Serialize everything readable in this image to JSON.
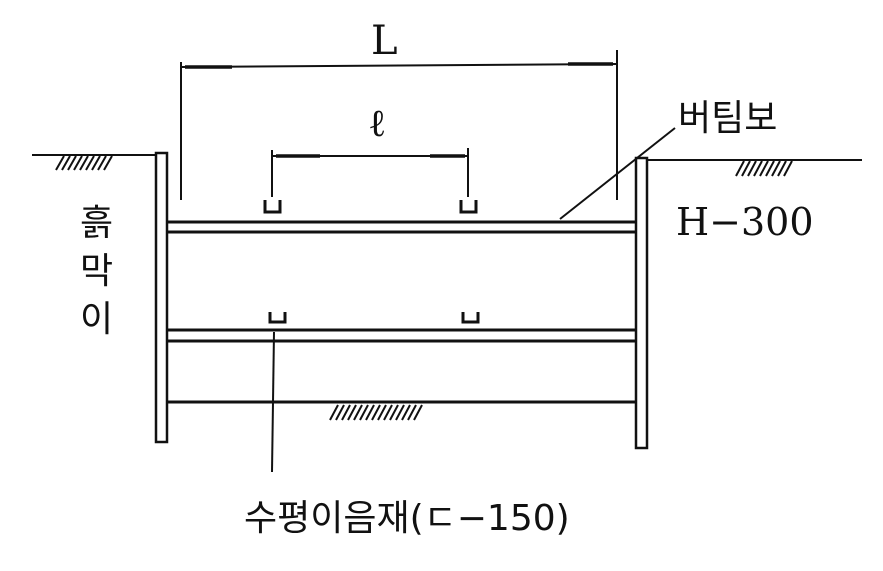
{
  "labels": {
    "span_L": "L",
    "span_l": "ℓ",
    "strut": "버팀보",
    "strut_section": "H−300",
    "retaining_wall": [
      "흙",
      "막",
      "이"
    ],
    "tie_member": "수평이음재(ㄷ−150)"
  },
  "colors": {
    "line": "#111111",
    "background": "#ffffff"
  }
}
